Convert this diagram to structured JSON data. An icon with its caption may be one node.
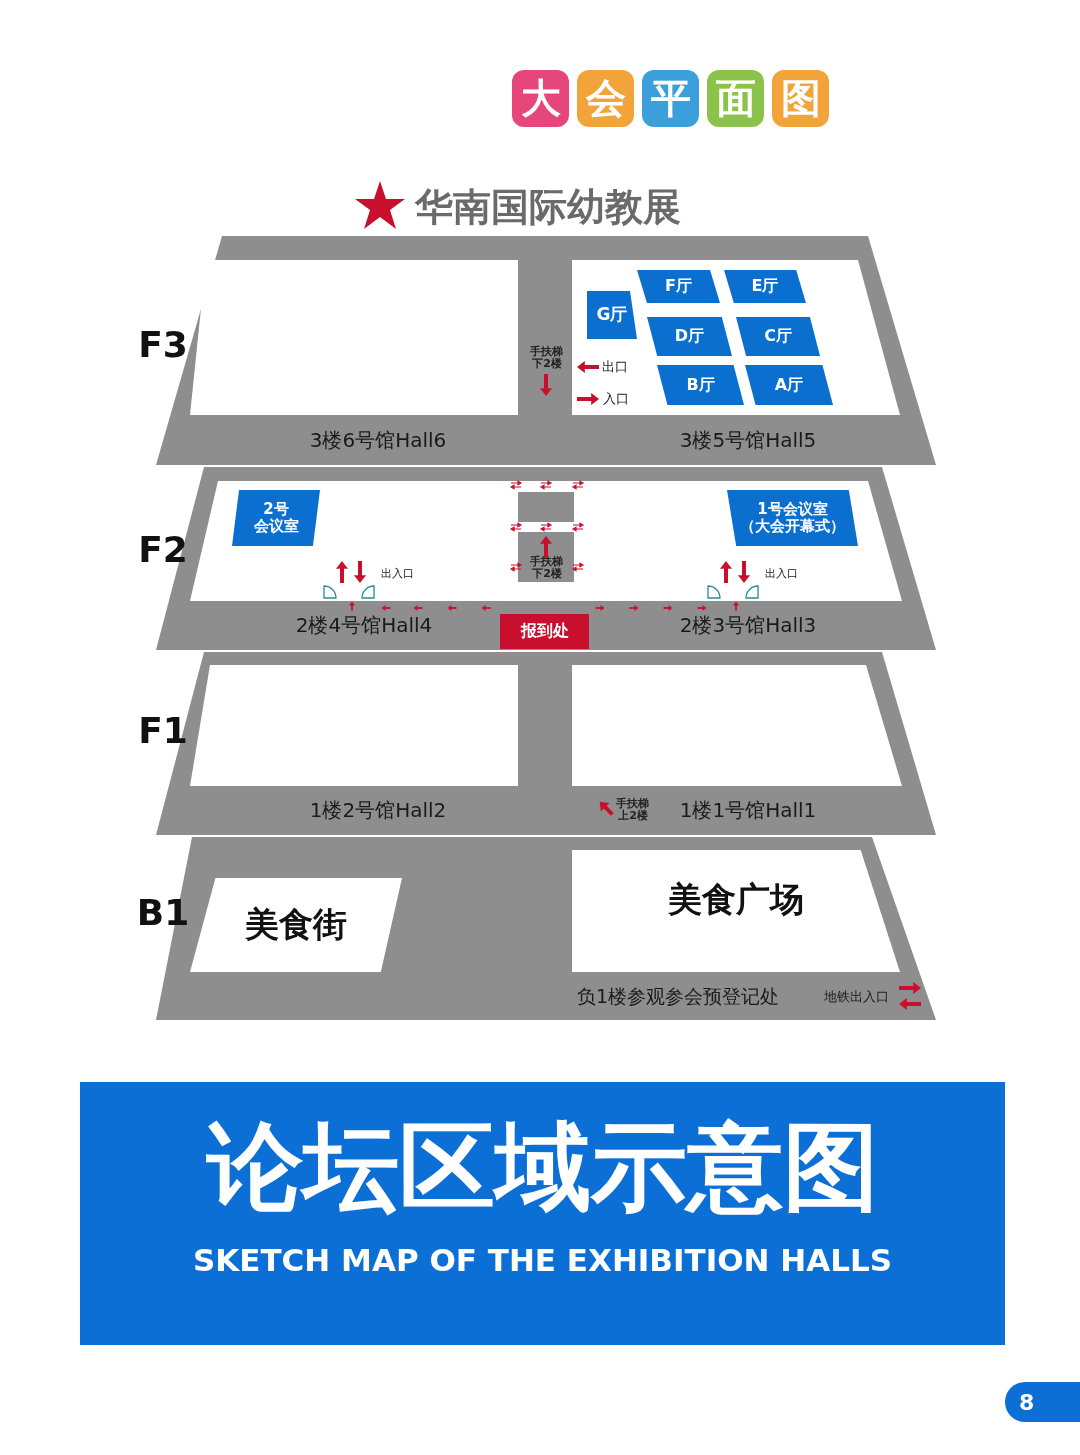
{
  "diagram": {
    "title": "论坛区域示意图",
    "caption": "SKETCH MAP OF THE EXHIBITION HALLS",
    "nodes": [
      {
        "text": [
          "F3"
        ]
      },
      {
        "text": [
          "G厅"
        ],
        "in": 0
      },
      {
        "text": [
          "F厅"
        ],
        "in": 0
      },
      {
        "text": [
          "E厅"
        ],
        "in": 0
      },
      {
        "text": [
          "D厅"
        ],
        "in": 0
      },
      {
        "text": [
          "C厅"
        ],
        "in": 0
      },
      {
        "text": [
          "B厅"
        ],
        "in": 0
      },
      {
        "text": [
          "A厅"
        ],
        "in": 0
      },
      {
        "text": [
          "F2"
        ]
      },
      {
        "text": [
          "2号",
          "会议室"
        ],
        "in": 8
      },
      {
        "text": [
          "1号会议室",
          "（大会开幕式）"
        ],
        "in": 8
      },
      {
        "text": [
          "报到处"
        ],
        "in": 8
      },
      {
        "text": [
          "F1"
        ]
      },
      {
        "text": [
          "B1"
        ]
      },
      {
        "text": [
          "美食街"
        ],
        "in": 13
      },
      {
        "text": [
          "美食广场"
        ],
        "in": 13
      }
    ],
    "labels": [
      "大",
      "会",
      "平",
      "面",
      "图",
      "华南国际幼教展",
      "手扶梯下2楼",
      "出口",
      "入口",
      "3楼6号馆Hall6",
      "3楼5号馆Hall5",
      "出入口",
      "手扶梯下2楼",
      "出入口",
      "2楼4号馆Hall4",
      "2楼3号馆Hall3",
      "1楼2号馆Hall2",
      "手扶梯上2楼",
      "1楼1号馆Hall1",
      "负1楼参观参会预登记处",
      "地铁出入口",
      "8"
    ]
  }
}
